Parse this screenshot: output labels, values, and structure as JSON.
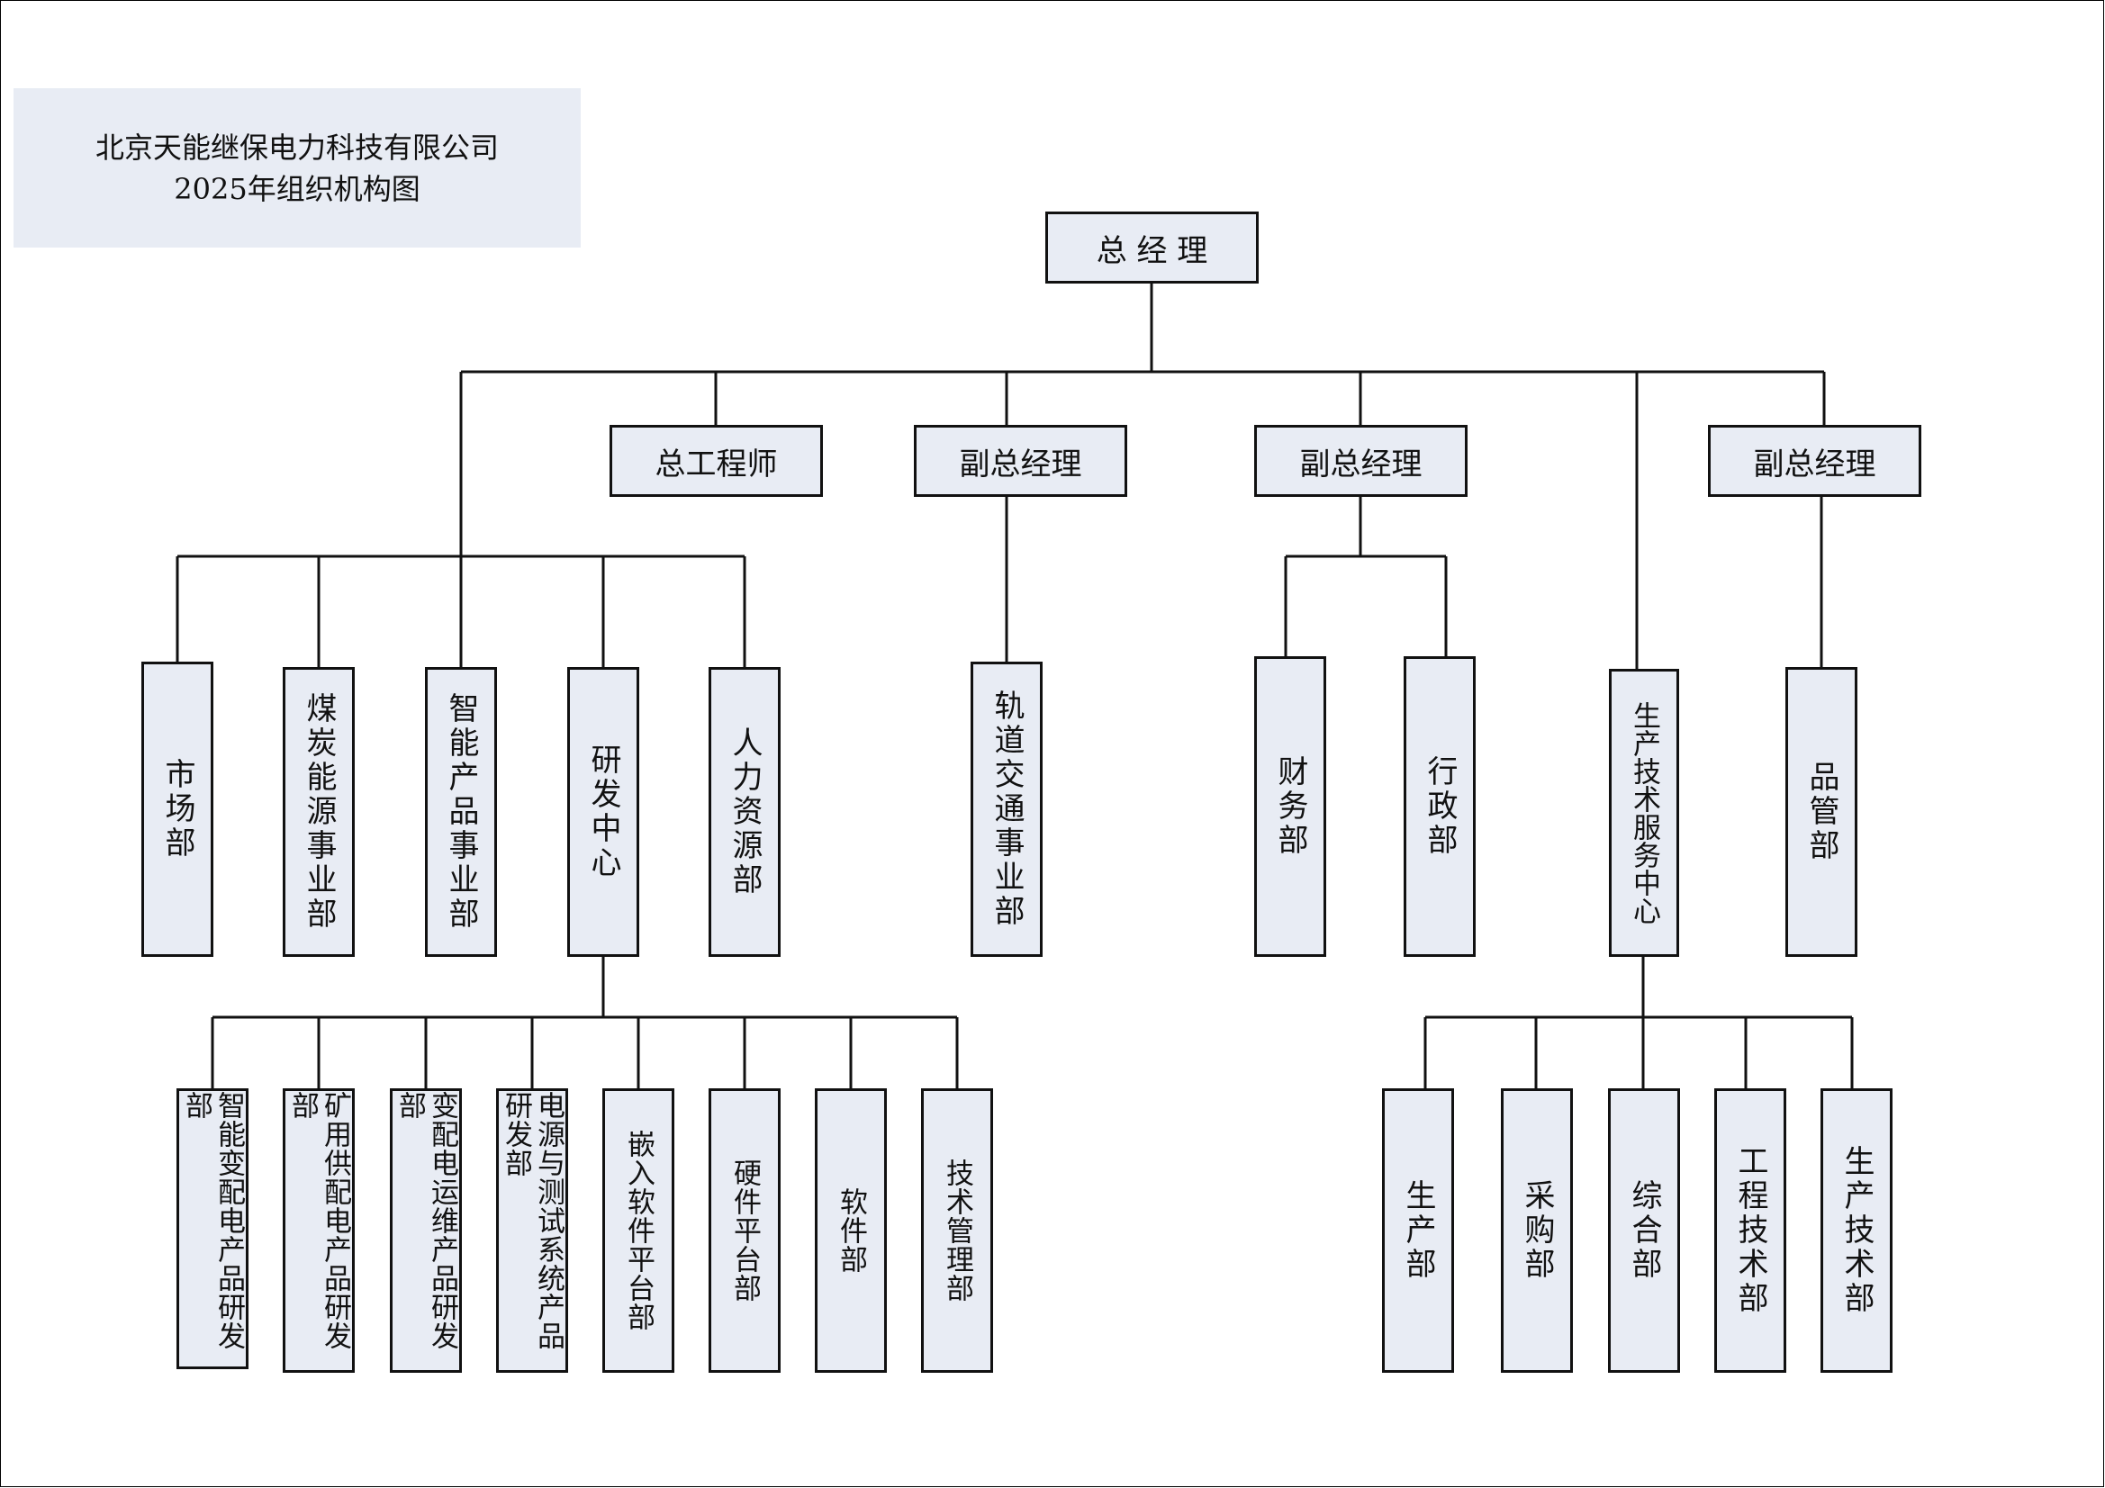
{
  "title": {
    "line1": "北京天能继保电力科技有限公司",
    "line2": "2025年组织机构图"
  },
  "top": "总 经 理",
  "level2": [
    "总工程师",
    "副总经理",
    "副总经理",
    "副总经理"
  ],
  "left_depts": [
    "市场部",
    "煤炭能源事业部",
    "智能产品事业部",
    "研发中心",
    "人力资源部"
  ],
  "rail_dept": "轨道交通事业部",
  "vp2_depts": [
    "财务部",
    "行政部"
  ],
  "service_center": "生产技术服务中心",
  "vp3_dept": "品管部",
  "rd_subs": [
    "智能变配电产品研发部",
    "矿用供配电产品研发部",
    "变配电运维产品研发部",
    "电源与测试系统产品研发部",
    "嵌入软件平台部",
    "硬件平台部",
    "软件部",
    "技术管理部"
  ],
  "service_subs": [
    "生产部",
    "采购部",
    "综合部",
    "工程技术部",
    "生产技术部"
  ],
  "colors": {
    "box_fill": "#e8ecf4",
    "line": "#111111"
  }
}
